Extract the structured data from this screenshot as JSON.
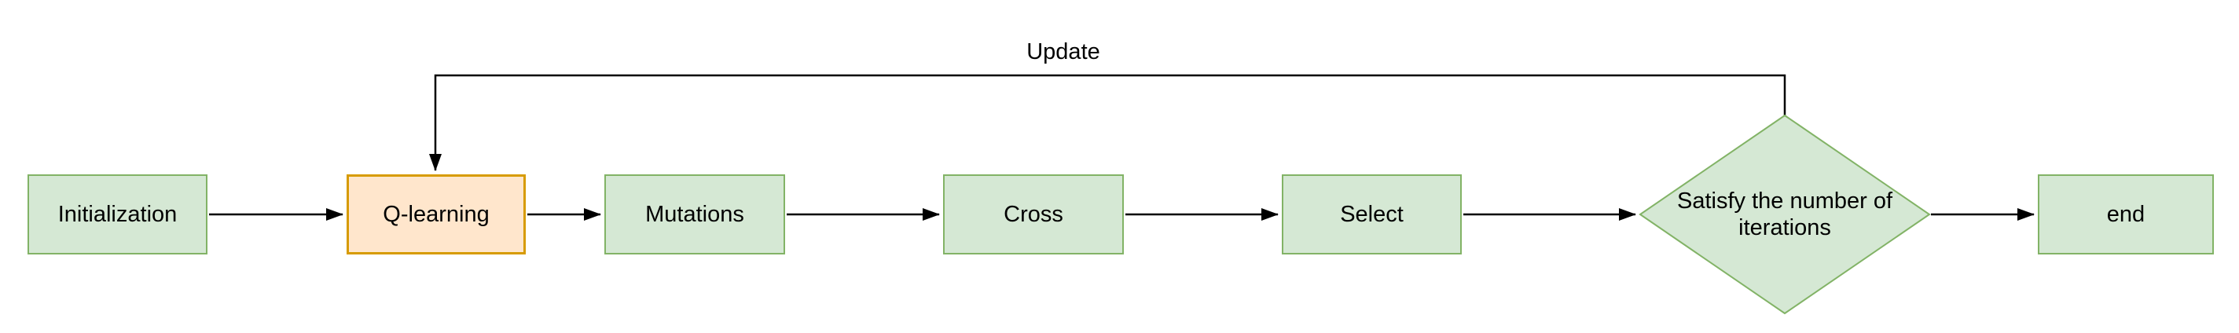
{
  "diagram": {
    "type": "flowchart",
    "nodes": [
      {
        "id": "initialization",
        "label": "Initialization",
        "shape": "rectangle",
        "highlight": false
      },
      {
        "id": "q-learning",
        "label": "Q-learning",
        "shape": "rectangle",
        "highlight": true
      },
      {
        "id": "mutations",
        "label": "Mutations",
        "shape": "rectangle",
        "highlight": false
      },
      {
        "id": "cross",
        "label": "Cross",
        "shape": "rectangle",
        "highlight": false
      },
      {
        "id": "select",
        "label": "Select",
        "shape": "rectangle",
        "highlight": false
      },
      {
        "id": "satisfy-iterations",
        "label": "Satisfy the number of iterations",
        "shape": "diamond",
        "highlight": false
      },
      {
        "id": "end",
        "label": "end",
        "shape": "rectangle",
        "highlight": false
      }
    ],
    "edges": [
      {
        "from": "initialization",
        "to": "q-learning",
        "label": ""
      },
      {
        "from": "q-learning",
        "to": "mutations",
        "label": ""
      },
      {
        "from": "mutations",
        "to": "cross",
        "label": ""
      },
      {
        "from": "cross",
        "to": "select",
        "label": ""
      },
      {
        "from": "select",
        "to": "satisfy-iterations",
        "label": ""
      },
      {
        "from": "satisfy-iterations",
        "to": "end",
        "label": ""
      },
      {
        "from": "satisfy-iterations",
        "to": "q-learning",
        "label": "Update"
      }
    ],
    "update_label": "Update"
  },
  "colors": {
    "green_fill": "#d5e8d4",
    "green_stroke": "#82b366",
    "orange_fill": "#ffe6cc",
    "orange_stroke": "#d79b00",
    "edge_color": "#000000",
    "text_color": "#000000",
    "bg_color": "#ffffff"
  }
}
